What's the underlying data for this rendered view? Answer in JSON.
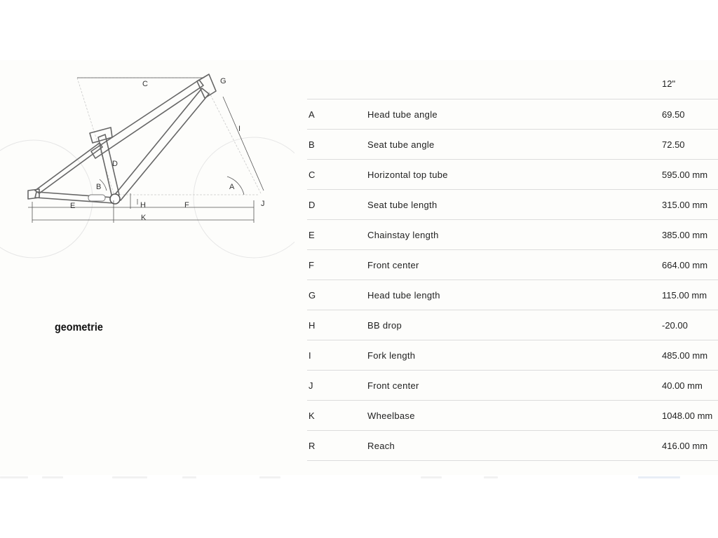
{
  "figure": {
    "caption": "geometrie",
    "labels": [
      "A",
      "B",
      "C",
      "D",
      "E",
      "F",
      "G",
      "H",
      "I",
      "J",
      "K"
    ]
  },
  "table": {
    "size_header": "12\"",
    "rows": [
      {
        "key": "A",
        "name": "Head tube angle",
        "value": "69.50"
      },
      {
        "key": "B",
        "name": "Seat tube angle",
        "value": "72.50"
      },
      {
        "key": "C",
        "name": "Horizontal top tube",
        "value": "595.00 mm"
      },
      {
        "key": "D",
        "name": "Seat tube length",
        "value": "315.00 mm"
      },
      {
        "key": "E",
        "name": "Chainstay length",
        "value": "385.00 mm"
      },
      {
        "key": "F",
        "name": "Front center",
        "value": "664.00 mm"
      },
      {
        "key": "G",
        "name": "Head tube length",
        "value": "115.00 mm"
      },
      {
        "key": "H",
        "name": "BB drop",
        "value": "-20.00"
      },
      {
        "key": "I",
        "name": "Fork length",
        "value": "485.00 mm"
      },
      {
        "key": "J",
        "name": "Front center",
        "value": "40.00 mm"
      },
      {
        "key": "K",
        "name": "Wheelbase",
        "value": "1048.00 mm"
      },
      {
        "key": "R",
        "name": "Reach",
        "value": "416.00 mm"
      }
    ]
  }
}
